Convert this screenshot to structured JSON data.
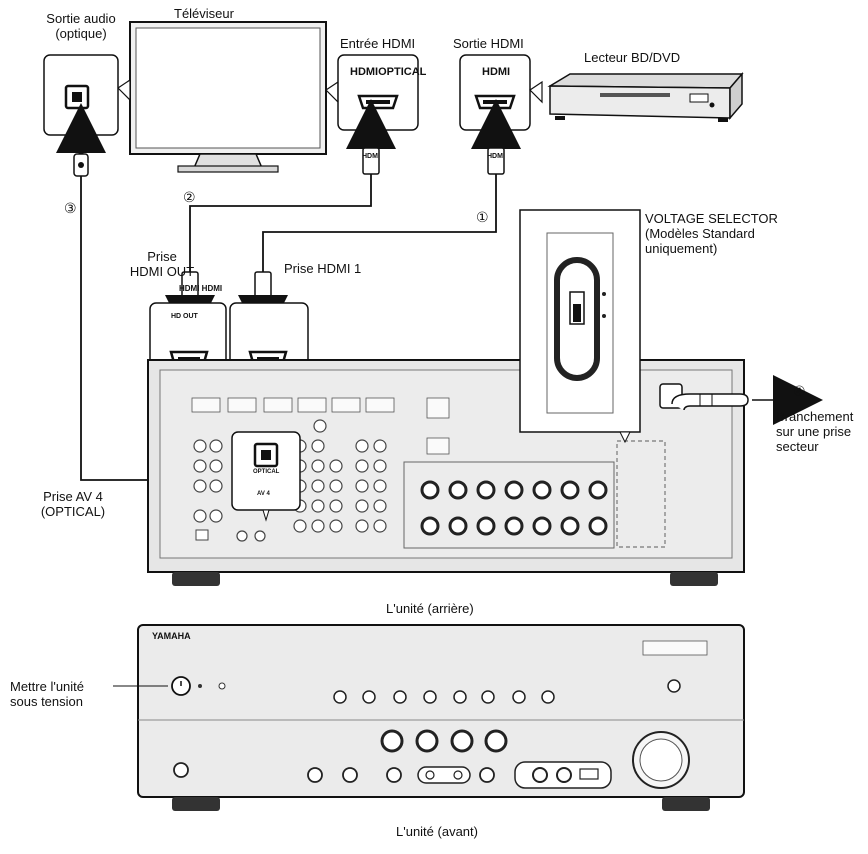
{
  "labels": {
    "tv": "Téléviseur",
    "audio_out": "Sortie audio",
    "audio_out_sub": "(optique)",
    "hdmi_in": "Entrée HDMI",
    "hdmi_out_player": "Sortie HDMI",
    "player": "Lecteur BD/DVD",
    "voltage_selector_1": "VOLTAGE SELECTOR",
    "voltage_selector_2": "(Modèles Standard",
    "voltage_selector_3": "uniquement)",
    "hdmi_out_jack_1": "Prise",
    "hdmi_out_jack_2": "HDMI OUT",
    "hdmi1_jack": "Prise HDMI 1",
    "av4_1": "Prise AV 4",
    "av4_2": "(OPTICAL)",
    "mains_1": "Branchement",
    "mains_2": "sur une prise",
    "mains_3": "secteur",
    "unit_rear": "L'unité (arrière)",
    "unit_front": "L'unité (avant)",
    "power_1": "Mettre l'unité",
    "power_2": "sous tension"
  },
  "tags": {
    "hdmi": "HDMI",
    "hdmi_optical": "HDMIOPTICAL",
    "hdmi_hdmi": "HDMI HDMI",
    "hdmi_out_small": "HD    OUT",
    "brand": "YAMAHA",
    "optical_av4": "OPTICAL",
    "av4_small": "AV 4"
  },
  "steps": [
    "①",
    "②",
    "③",
    "④"
  ],
  "colors": {
    "line": "#111111",
    "panel_fill": "#f2f2f2",
    "device_fill": "#e6e6e6",
    "screen_fill": "#ffffff",
    "dark": "#222222"
  }
}
